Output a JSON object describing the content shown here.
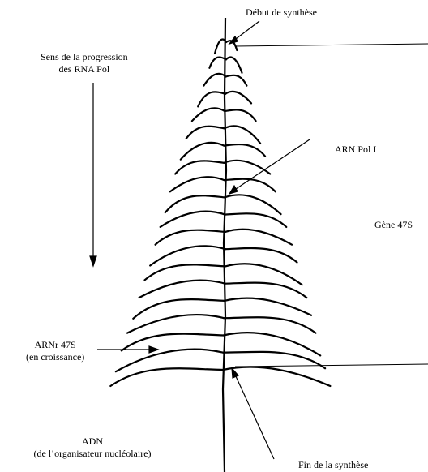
{
  "labels": {
    "debut_synthese": "Début de synthèse",
    "sens_line1": "Sens de la progression",
    "sens_line2": "des RNA Pol",
    "arn_pol": "ARN Pol I",
    "gene": "Gène 47S",
    "arnr_line1": "ARNr 47S",
    "arnr_line2": "(en croissance)",
    "adn_line1": "ADN",
    "adn_line2": "(de l’organisateur nucléolaire)",
    "fin_synthese": "Fin de la synthèse"
  },
  "diagram": {
    "transcript_pairs": 20,
    "colors": {
      "stroke": "#000000",
      "background": "#ffffff"
    }
  }
}
